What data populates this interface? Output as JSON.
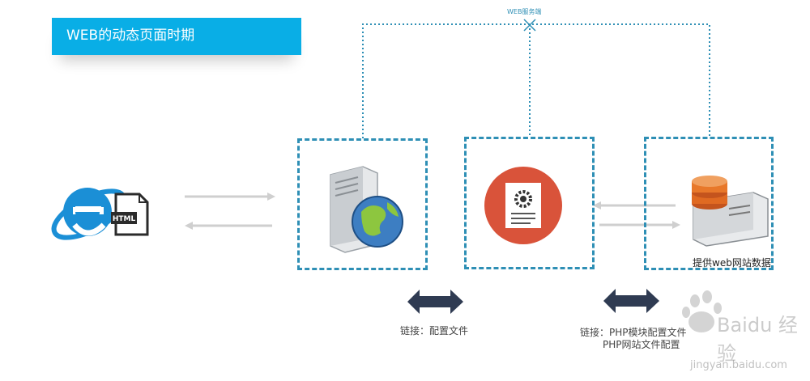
{
  "title": "WEB的动态页面时期",
  "top_label": "WEB服务端",
  "db_caption": "提供web网站数据",
  "html_badge": "HTML",
  "link1_label": "链接：配置文件",
  "link2_label_line1": "链接：PHP模块配置文件",
  "link2_label_line2": "PHP网站文件配置",
  "watermark": {
    "text": "Baidu 经验",
    "url": "jingyan.baidu.com"
  },
  "colors": {
    "title_bg": "#09aee6",
    "dashed": "#2e8fb5",
    "dark_arrow": "#2f3b52",
    "gray_arrow": "#cfcfcf",
    "php_icon": "#d9533a"
  }
}
